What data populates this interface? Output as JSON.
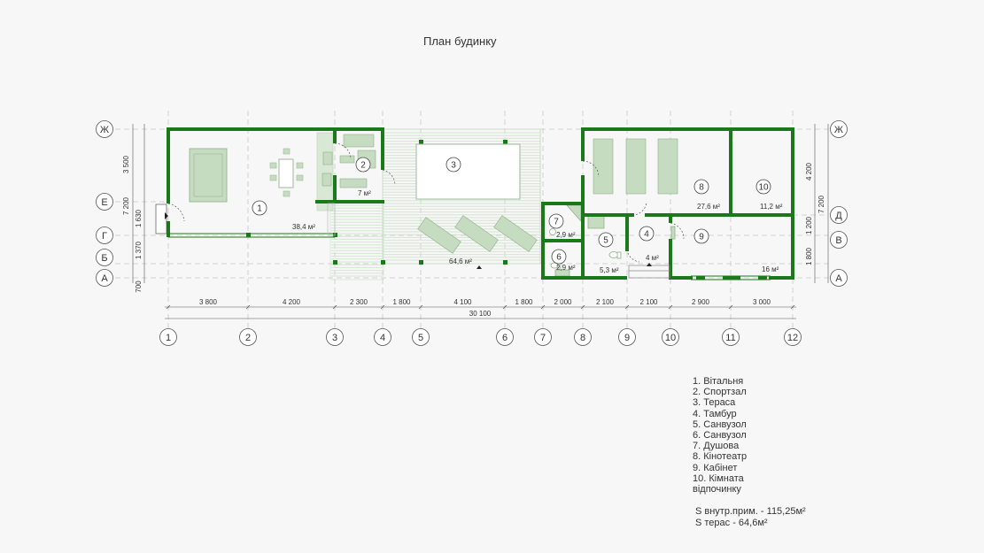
{
  "title": "План будинку",
  "colors": {
    "wall": "#1a7a1a",
    "furniture": "#c5dcc0",
    "terrace_line": "#cfe3cb",
    "text": "#333333"
  },
  "axes_top": [
    "1",
    "2",
    "3",
    "4",
    "5",
    "6",
    "7",
    "8",
    "9",
    "10",
    "11",
    "12"
  ],
  "rows": {
    "zh": "Ж",
    "ye": "Е",
    "d": "Д",
    "h": "Г",
    "v": "В",
    "b": "Б",
    "a": "А"
  },
  "dims_bottom": [
    "3 800",
    "4 200",
    "2 300",
    "1 800",
    "4 100",
    "1 800",
    "2 000",
    "2 100",
    "2 100",
    "2 900",
    "3 000"
  ],
  "dim_total": "30 100",
  "dims_left": [
    "3 500",
    "7 200",
    "1 630",
    "1 370",
    "700"
  ],
  "dims_right": [
    "4 200",
    "7 200",
    "1 200",
    "1 800"
  ],
  "rooms": [
    {
      "num": "1",
      "area": "38,4 м²"
    },
    {
      "num": "2",
      "area": "7 м²"
    },
    {
      "num": "3",
      "area": "64,6 м²"
    },
    {
      "num": "4",
      "area": "4 м²"
    },
    {
      "num": "5",
      "area": "5,3 м²"
    },
    {
      "num": "6",
      "area": "2,9 м²"
    },
    {
      "num": "7",
      "area": "2,9 м²"
    },
    {
      "num": "8",
      "area": "27,6 м²"
    },
    {
      "num": "9",
      "area": "16 м²"
    },
    {
      "num": "10",
      "area": "11,2 м²"
    }
  ],
  "legend": [
    "1. Вітальня",
    "2. Спортзал",
    "3. Тераса",
    "4. Тамбур",
    "5. Санвузол",
    "6. Санвузол",
    "7. Душова",
    "8. Кінотеатр",
    "9. Кабінет",
    "10. Кімната",
    "відпочинку"
  ],
  "summary": {
    "inner": "S внутр.прим. - 115,25м²",
    "terrace": "S терас - 64,6м²"
  }
}
